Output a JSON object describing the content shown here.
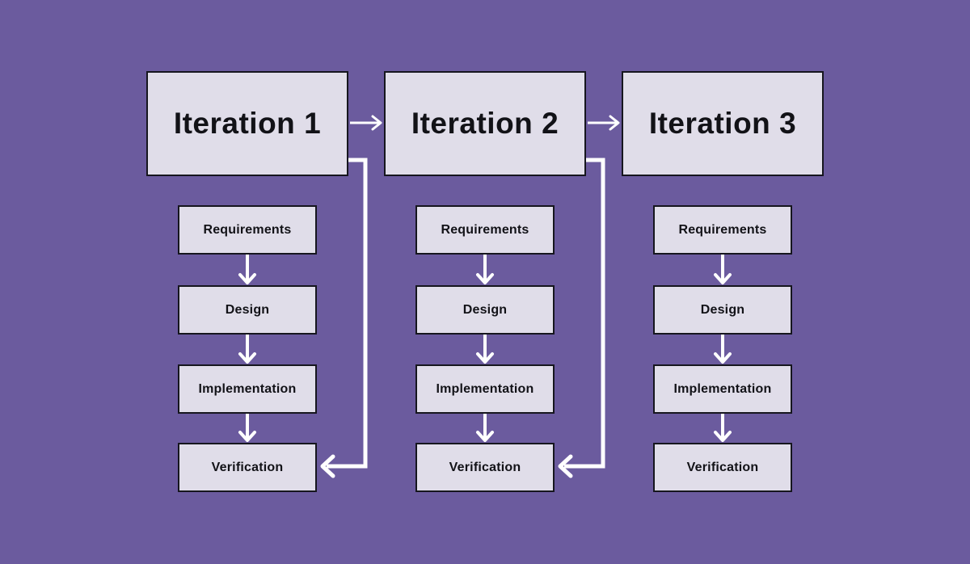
{
  "colors": {
    "background": "#6b5b9e",
    "box_fill": "#e0dde9",
    "box_border": "#16161e",
    "arrow": "#ffffff",
    "text": "#121217"
  },
  "iterations": [
    {
      "label": "Iteration 1",
      "stages": [
        "Requirements",
        "Design",
        "Implementation",
        "Verification"
      ]
    },
    {
      "label": "Iteration 2",
      "stages": [
        "Requirements",
        "Design",
        "Implementation",
        "Verification"
      ]
    },
    {
      "label": "Iteration 3",
      "stages": [
        "Requirements",
        "Design",
        "Implementation",
        "Verification"
      ]
    }
  ]
}
